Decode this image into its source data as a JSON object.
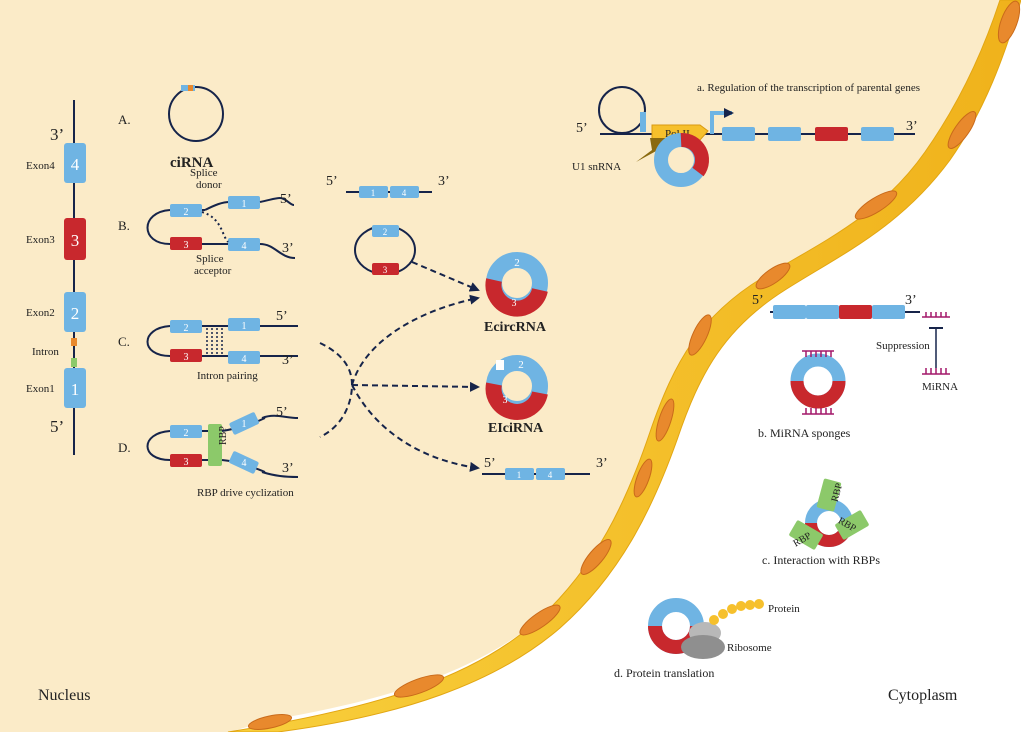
{
  "colors": {
    "nucleus_bg": "#fbebc8",
    "membrane": "#f6c02c",
    "membrane_edge": "#d99a10",
    "vesicle": "#e8892d",
    "exon_blue": "#6fb4e3",
    "exon_red": "#c8282d",
    "line": "#16244a",
    "mirna": "#a3186a",
    "rbp": "#8cc96a"
  },
  "labels": {
    "nucleus": "Nucleus",
    "cytoplasm": "Cytoplasm",
    "gene_3prime": "3’",
    "gene_5prime": "5’",
    "exon4": "Exon4",
    "exon3": "Exon3",
    "exon2": "Exon2",
    "intron": "Intron",
    "exon1": "Exon1",
    "n1": "1",
    "n2": "2",
    "n3": "3",
    "n4": "4",
    "A": "A.",
    "B": "B.",
    "C": "C.",
    "D": "D.",
    "cirna": "ciRNA",
    "splice_donor_1": "Splice",
    "splice_donor_2": "donor",
    "splice_acceptor_1": "Splice",
    "splice_acceptor_2": "acceptor",
    "intron_pairing": "Intron pairing",
    "rbp": "RBP",
    "rbp_drive": "RBP drive cyclization",
    "prime5": "5’",
    "prime3": "3’",
    "ecircrna": "EcircRNA",
    "eicirna": "EIciRNA",
    "a_title": "a. Regulation of the transcription of parental genes",
    "pol2": "Pol II",
    "u1": "U1 snRNA",
    "b_title": "b. MiRNA sponges",
    "suppression": "Suppression",
    "mirna": "MiRNA",
    "c_title": "c. Interaction with RBPs",
    "protein": "Protein",
    "ribosome": "Ribosome",
    "d_title": "d. Protein translation"
  }
}
